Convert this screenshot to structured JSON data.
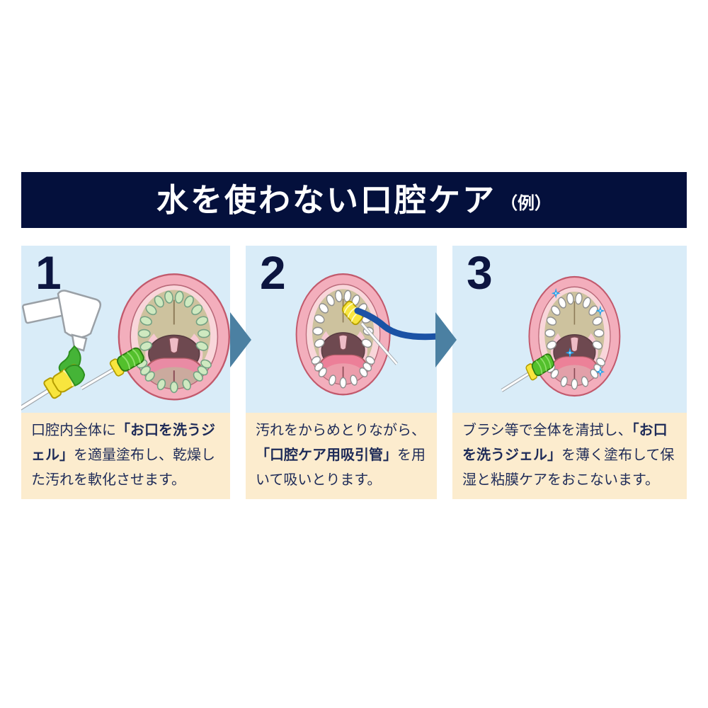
{
  "header": {
    "title": "水を使わない口腔ケア",
    "note": "（例）"
  },
  "steps": [
    {
      "number": "1",
      "illustration": "open-mouth-green-gel-applied-with-sponge-swab-and-gel-tube",
      "segments": [
        {
          "text": "口腔内全体に",
          "bold": false
        },
        {
          "text": "「お口を洗うジェル」",
          "bold": true
        },
        {
          "text": "を適量塗布し、乾燥した汚れを軟化させます。",
          "bold": false
        }
      ]
    },
    {
      "number": "2",
      "illustration": "open-mouth-with-yellow-swab-and-blue-suction-tube",
      "segments": [
        {
          "text": "汚れをからめとりながら、",
          "bold": false
        },
        {
          "text": "「口腔ケア用吸引管」",
          "bold": true
        },
        {
          "text": "を用いて吸いとります。",
          "bold": false
        }
      ]
    },
    {
      "number": "3",
      "illustration": "clean-sparkling-mouth-with-green-sponge-swab",
      "segments": [
        {
          "text": "ブラシ等で全体を清拭し、",
          "bold": false
        },
        {
          "text": "「お口を洗うジェル」",
          "bold": true
        },
        {
          "text": "を薄く塗布して保湿と粘膜ケアをおこないます。",
          "bold": false
        }
      ]
    }
  ],
  "icons": [
    "right-arrow-icon",
    "gel-tube-icon",
    "sponge-swab-icon",
    "suction-swab-icon",
    "suction-tube-icon",
    "sparkle-icon"
  ],
  "colors": {
    "header_bg": "#04103c",
    "panel_bg": "#d9ecf8",
    "textbox_bg": "#fcecce",
    "arrow": "#4b80a2",
    "text": "#1e2b58",
    "number": "#0c1540",
    "lips_pink": "#f3aebc",
    "palate_tan": "#cdc29e",
    "tongue_pink": "#ec9dab",
    "gel_green": "#45b437",
    "swab_green": "#53c02c",
    "swab_yellow": "#f8e53e",
    "suction_tube_blue": "#1b52a5",
    "sparkle_blue": "#29a3ea"
  }
}
